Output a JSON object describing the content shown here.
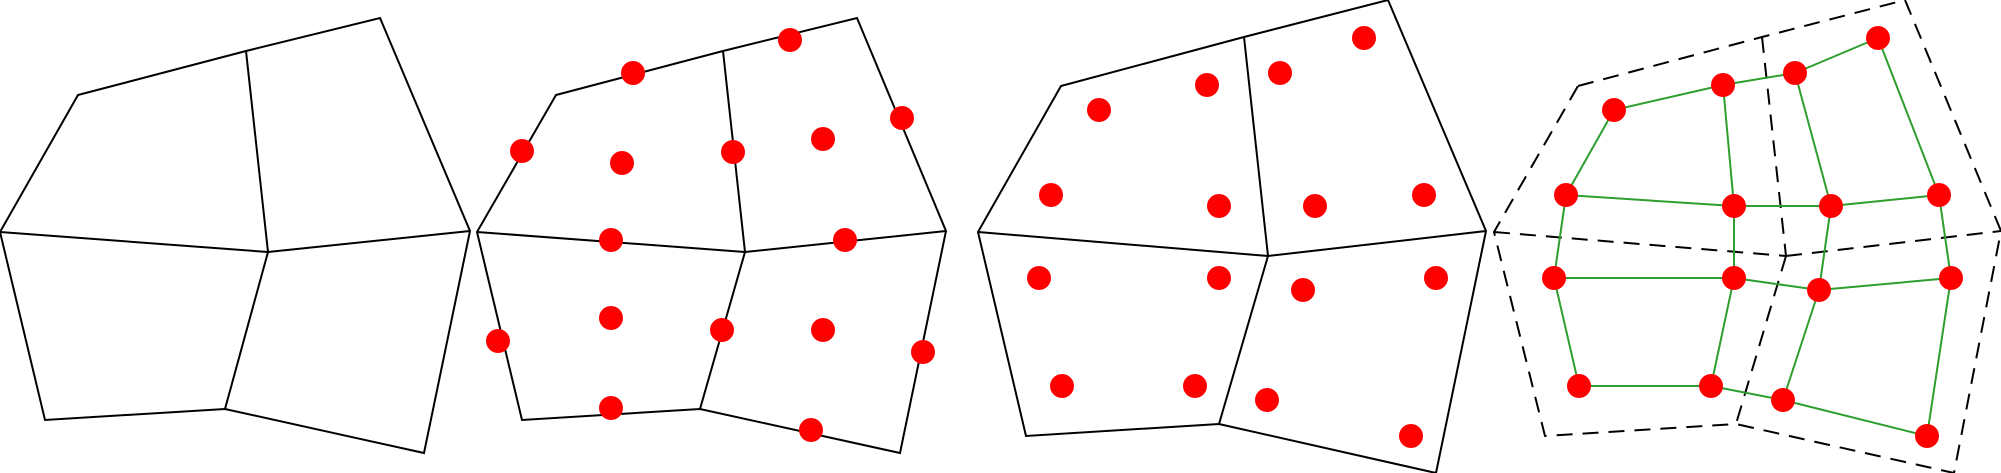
{
  "diagram": {
    "panels": [
      {
        "id": "mesh-quads",
        "kind": "quad-mesh"
      },
      {
        "id": "edge-and-face-points",
        "kind": "points-on-edges-and-faces"
      },
      {
        "id": "face-points-per-subcell",
        "kind": "points-in-subcells"
      },
      {
        "id": "dual-graph",
        "kind": "dual-mesh-overlay"
      }
    ],
    "colors": {
      "edge": "#000000",
      "point": "#ff0000",
      "dual_edge": "#2e9e2e",
      "dashed_edge": "#000000"
    }
  }
}
